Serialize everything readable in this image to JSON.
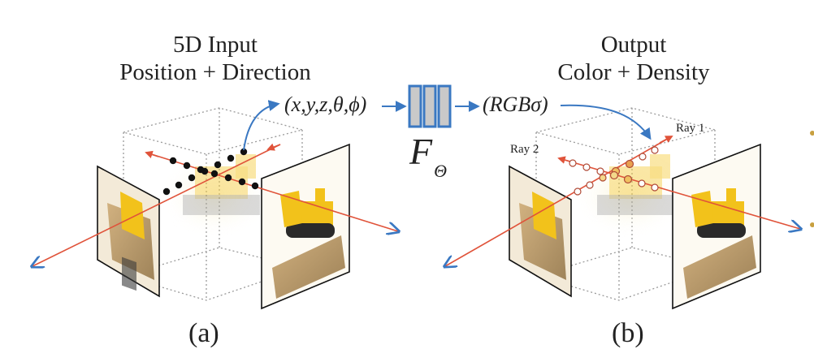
{
  "panel_a": {
    "title_line1": "5D Input",
    "title_line2": "Position + Direction",
    "input_tuple": "(x,y,z,θ,ϕ)",
    "caption": "(a)"
  },
  "network": {
    "symbol": "F",
    "subscript": "Θ"
  },
  "panel_b": {
    "title_line1": "Output",
    "title_line2": "Color + Density",
    "output_tuple": "(RGBσ)",
    "ray1_label": "Ray 1",
    "ray2_label": "Ray 2",
    "caption": "(b)"
  },
  "colors": {
    "ray_orange": "#e0533a",
    "arrow_blue": "#3a78c2",
    "mlp_fill": "#c9c9c9",
    "mlp_border": "#3a78c2",
    "box_dotted": "#9a9a9a",
    "bulldozer_yellow": "#f2c21b",
    "sample_open": "#ffffff",
    "sample_filled": "#f0c060"
  }
}
